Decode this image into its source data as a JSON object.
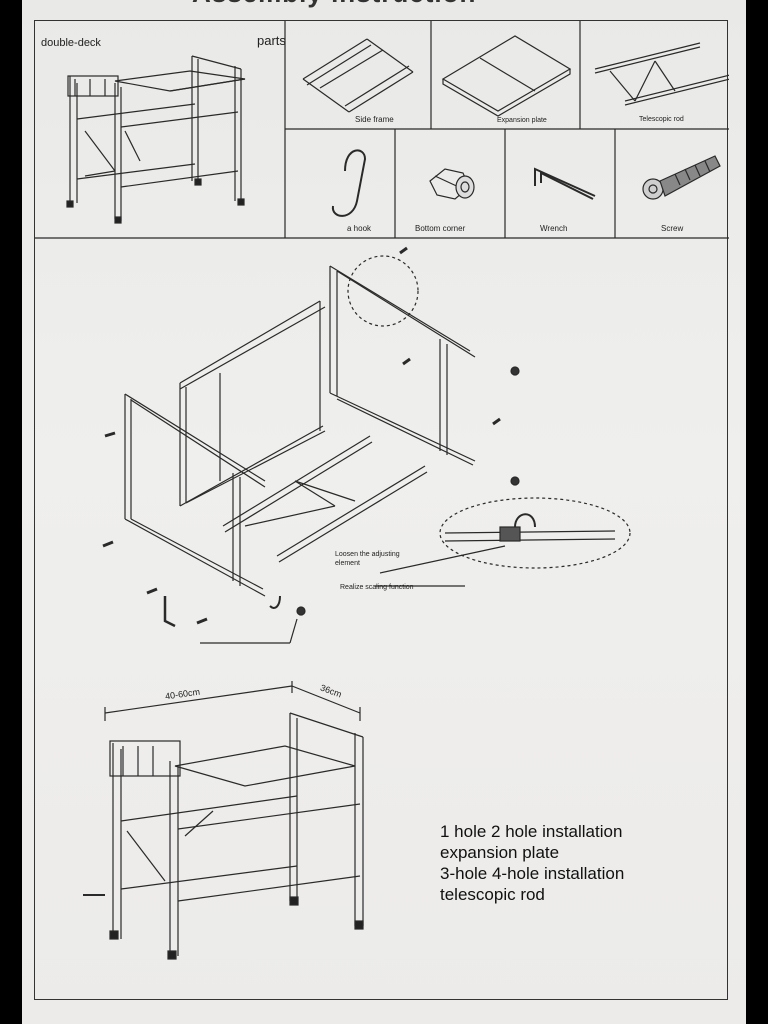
{
  "document": {
    "title": "Assembly instruction",
    "header": {
      "double_deck_label": "double-deck",
      "parts_label": "parts"
    },
    "parts": [
      {
        "name": "Side frame",
        "icon": "side-frame-icon"
      },
      {
        "name": "Expansion plate",
        "icon": "expansion-plate-icon"
      },
      {
        "name": "Telescopic rod",
        "icon": "telescopic-rod-icon"
      },
      {
        "name": "a hook",
        "icon": "hook-icon"
      },
      {
        "name": "Bottom corner",
        "icon": "bottom-corner-icon"
      },
      {
        "name": "Wrench",
        "icon": "wrench-icon"
      },
      {
        "name": "Screw",
        "icon": "screw-icon"
      }
    ],
    "exploded_view": {
      "callout_line1": "Loosen the adjusting",
      "callout_line2": "element",
      "callout_line3": "Realize scaling function"
    },
    "dimensions": {
      "width": "40-60cm",
      "depth": "36cm"
    },
    "notes": {
      "line1": "1 hole 2 hole installation",
      "line2": "expansion plate",
      "line3": "3-hole 4-hole installation",
      "line4": "telescopic rod"
    }
  }
}
